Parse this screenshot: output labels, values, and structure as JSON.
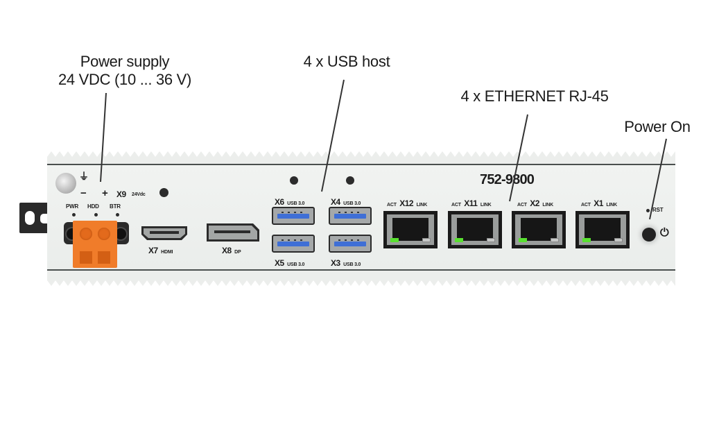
{
  "callouts": {
    "power_supply_line1": "Power supply",
    "power_supply_line2": "24 VDC (10 ... 36 V)",
    "usb_host": "4 x USB host",
    "ethernet": "4 x ETHERNET RJ-45",
    "power_on": "Power On"
  },
  "device": {
    "model": "752-9800",
    "power_connector": {
      "name": "X9",
      "rating": "24Vdc",
      "minus": "−",
      "plus": "+",
      "ground_icon": "⏚",
      "leds": [
        "PWR",
        "HDD",
        "BTR"
      ]
    },
    "video_ports": [
      {
        "name": "X7",
        "type": "HDMI"
      },
      {
        "name": "X8",
        "type": "DP"
      }
    ],
    "usb_ports": [
      {
        "name": "X6",
        "type": "USB 3.0"
      },
      {
        "name": "X5",
        "type": "USB 3.0"
      },
      {
        "name": "X4",
        "type": "USB 3.0"
      },
      {
        "name": "X3",
        "type": "USB 3.0"
      }
    ],
    "ethernet_ports": [
      {
        "act": "ACT",
        "name": "X12",
        "link": "LINK"
      },
      {
        "act": "ACT",
        "name": "X11",
        "link": "LINK"
      },
      {
        "act": "ACT",
        "name": "X2",
        "link": "LINK"
      },
      {
        "act": "ACT",
        "name": "X1",
        "link": "LINK"
      }
    ],
    "reset_label": "RST",
    "power_icon": "⏻",
    "colors": {
      "chassis": "#eceeec",
      "terminal_orange": "#f07c2a",
      "usb_blue": "#3f6fd6",
      "led_green": "#59e031"
    }
  }
}
